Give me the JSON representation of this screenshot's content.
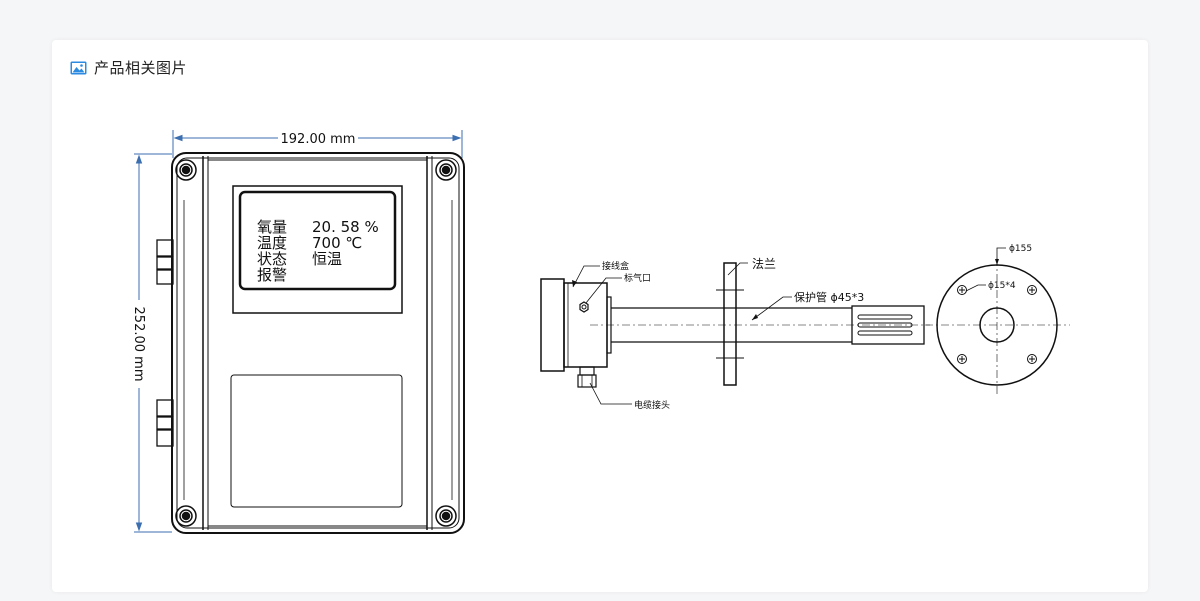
{
  "section": {
    "title": "产品相关图片",
    "icon": "image-icon"
  },
  "front_view": {
    "width_dim": "192.00 mm",
    "height_dim": "252.00 mm",
    "lcd": {
      "line1_label": "氧量",
      "line1_value": "20. 58 %",
      "line2_label": "温度",
      "line2_value": "700  ℃",
      "line3_label": "状态",
      "line3_value": "恒温",
      "line4_label": "报警"
    }
  },
  "side_view": {
    "junction_box": "接线盒",
    "vent": "标气口",
    "cable_connector": "电缆接头",
    "flange": "法兰",
    "protection_tube": "保护管 ϕ45*3",
    "flange_od": "ϕ155",
    "bolt_holes": "ϕ15*4"
  },
  "colors": {
    "dimension_line": "#3c6fb0",
    "accent_icon": "#2b8be0"
  }
}
